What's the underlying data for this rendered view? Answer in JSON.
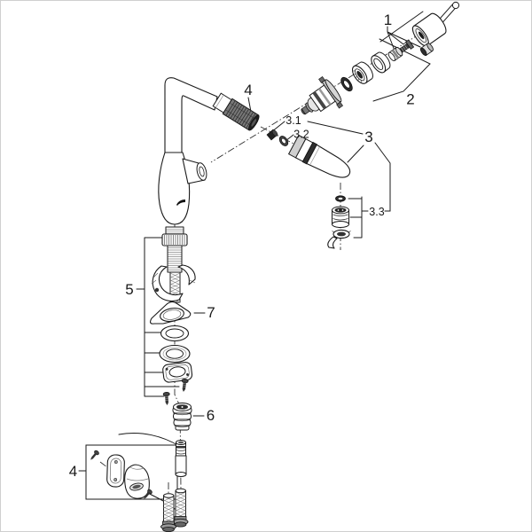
{
  "figure": {
    "type": "exploded-parts-diagram",
    "subject": "single-lever pull-out kitchen faucet",
    "background_color": "#ffffff",
    "line_color": "#1a1a1a",
    "callouts": {
      "handle": "1",
      "cartridge_set": "2",
      "spray_head": "3",
      "check_valve": "3.1",
      "spacer_ring": "3.2",
      "mousseur_set": "3.3",
      "spout_connector": "4",
      "hose_holder": "4",
      "mounting_set": "5",
      "hose_coupling": "6",
      "stabilizer_plate": "7"
    }
  }
}
